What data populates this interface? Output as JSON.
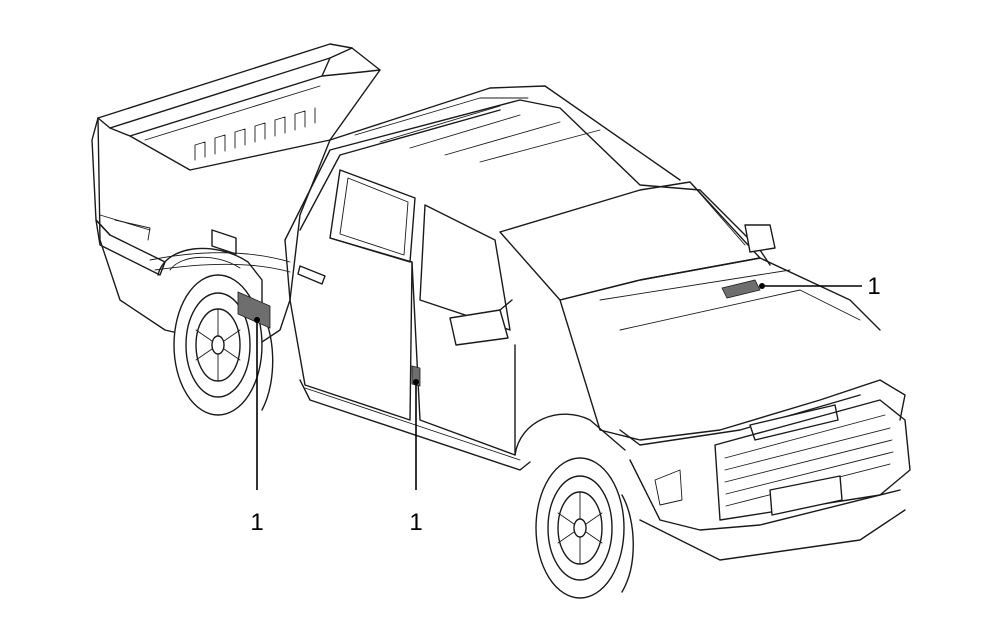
{
  "callouts": [
    {
      "text": "1"
    },
    {
      "text": "1"
    },
    {
      "text": "1"
    }
  ],
  "colors": {
    "line": "#1a1a1a",
    "label_patch": "#6e6e6e",
    "background": "#ffffff"
  }
}
